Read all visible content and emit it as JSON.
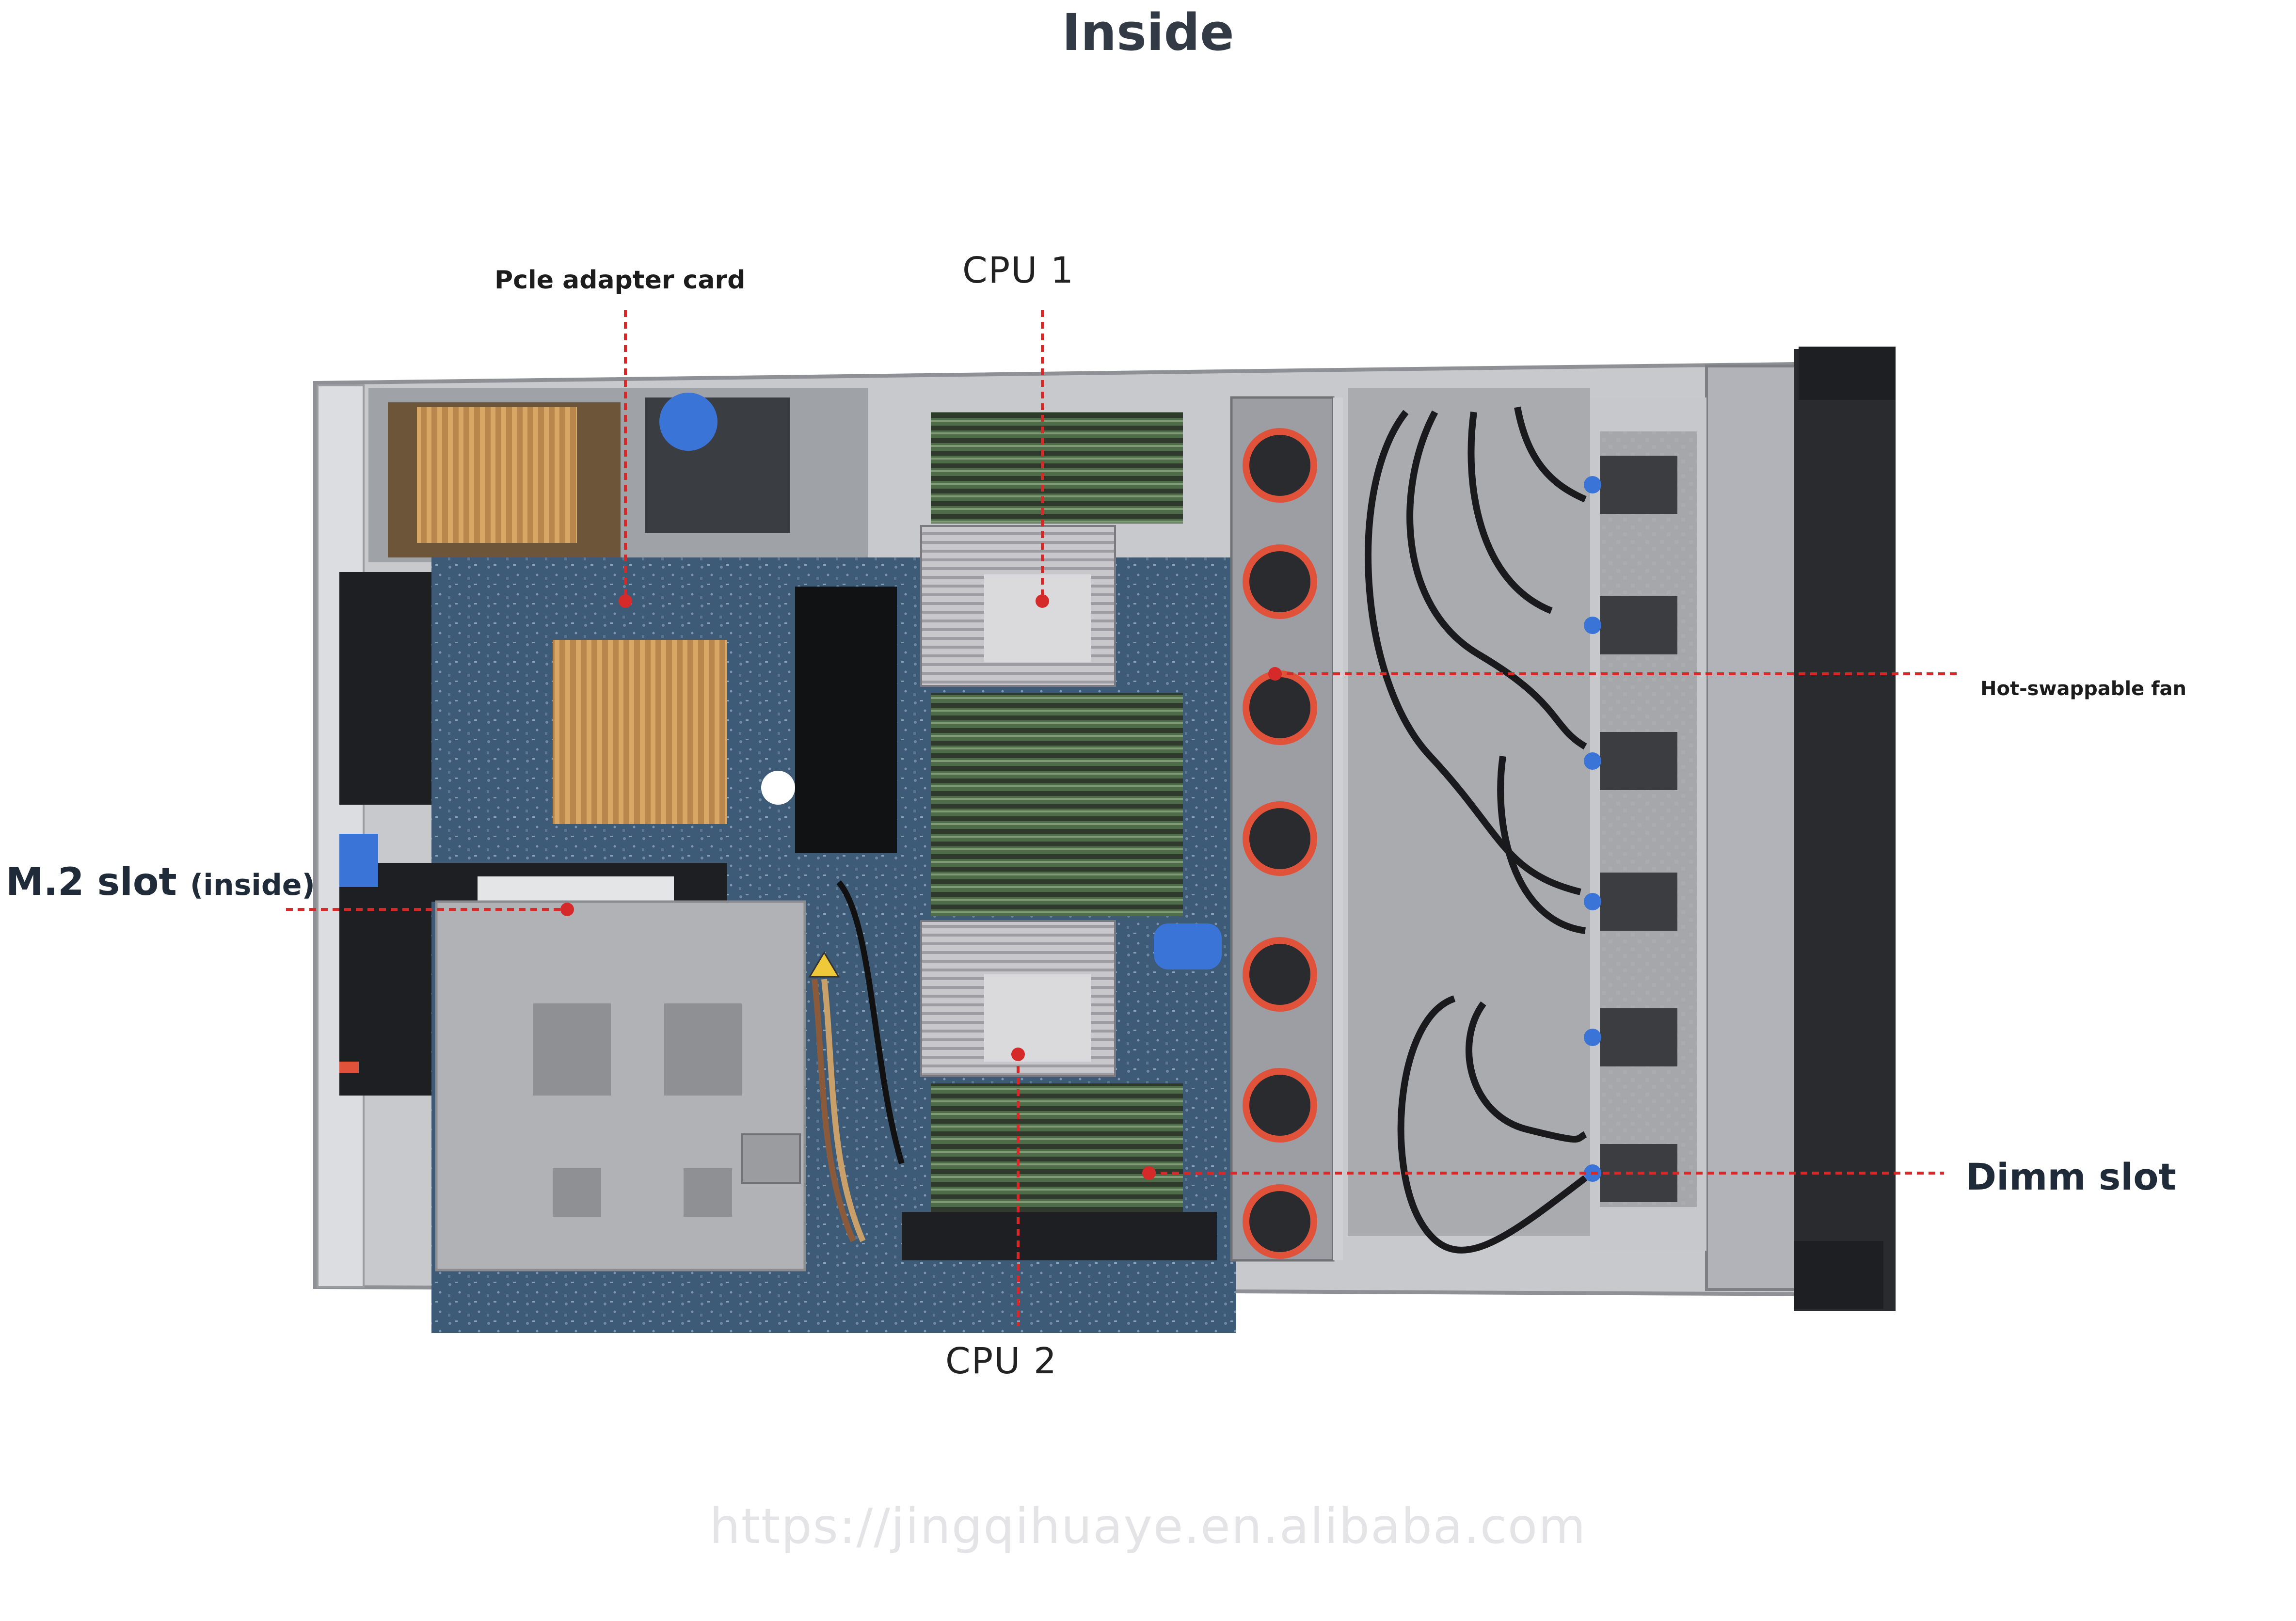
{
  "title": "Inside",
  "labels": {
    "pcie": "Pcle adapter card",
    "cpu1": "CPU 1",
    "cpu2": "CPU 2",
    "m2_main": "M.2 slot",
    "m2_sub": "(inside)",
    "fan": "Hot-swappable fan",
    "dimm": "Dimm slot"
  },
  "watermark": "https://jingqihuaye.en.alibaba.com",
  "colors": {
    "callout": "#d62a2a",
    "chassis": "#b4b6ba",
    "board": "#3f5c78",
    "dimm": "#3e5a3c",
    "accent_blue": "#3a74d6",
    "fan_ring": "#e0533a"
  }
}
